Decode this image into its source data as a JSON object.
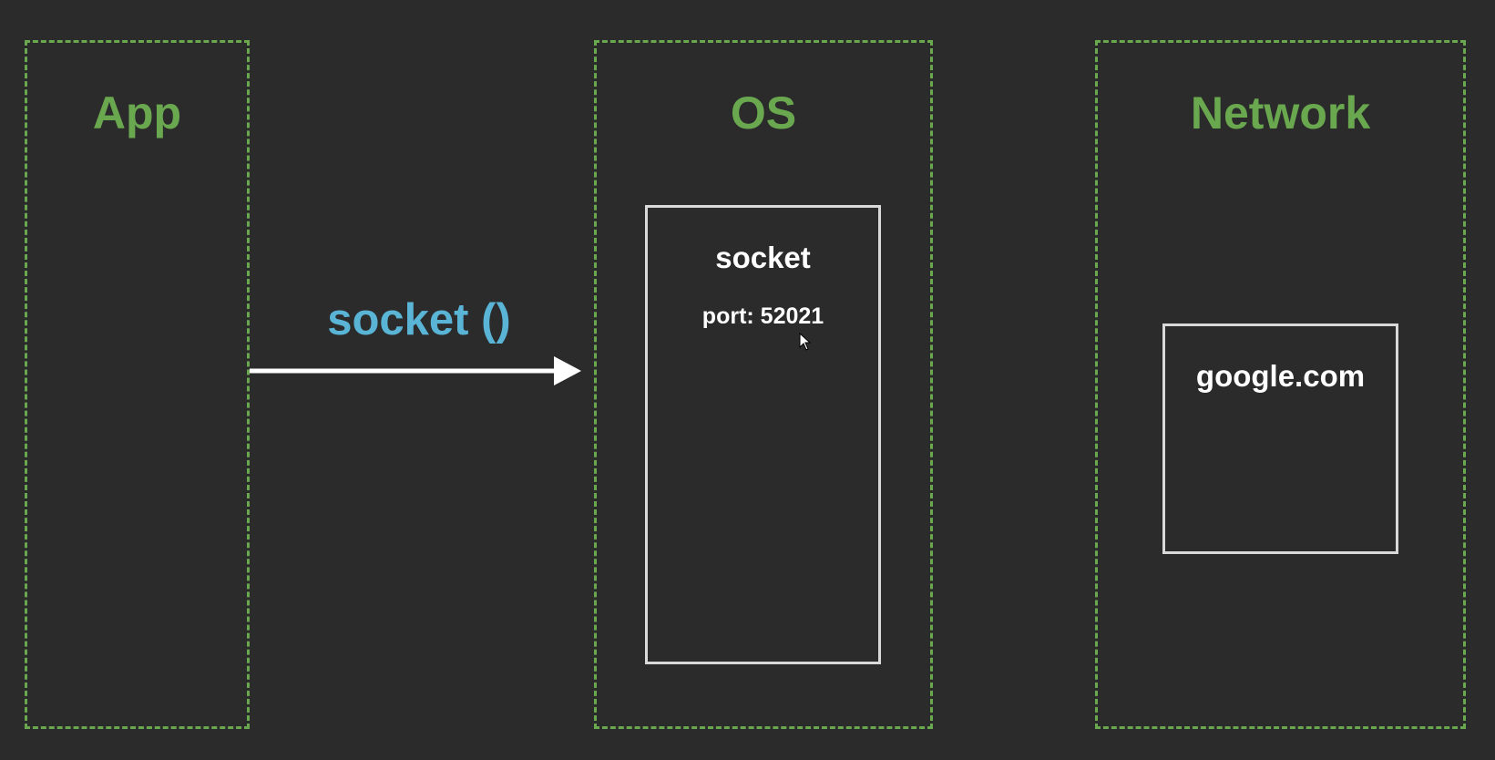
{
  "zones": {
    "app": {
      "title": "App"
    },
    "os": {
      "title": "OS"
    },
    "network": {
      "title": "Network"
    }
  },
  "socket_box": {
    "title": "socket",
    "port_label": "port: 52021"
  },
  "google_box": {
    "title": "google.com"
  },
  "arrow": {
    "label": "socket ()"
  },
  "colors": {
    "background": "#2b2b2b",
    "zone_border": "#6aa84f",
    "zone_title": "#6aa84f",
    "call_label": "#5ab4d6",
    "box_border": "#d9d9d9",
    "text": "#ffffff"
  },
  "icons": {
    "cursor": "mouse-pointer-icon"
  }
}
